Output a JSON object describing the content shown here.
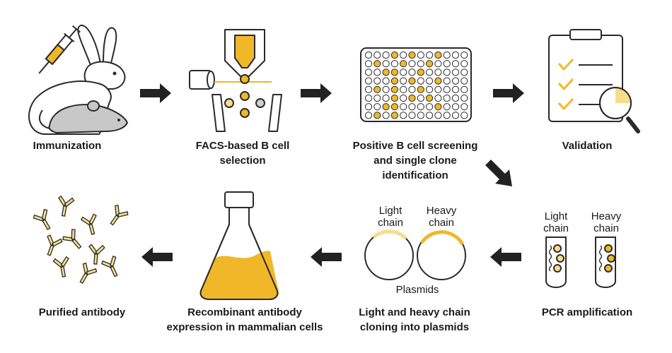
{
  "colors": {
    "gold": "#f0b828",
    "gold_light": "#f7dc8a",
    "outline": "#2a2a2a",
    "arrow": "#222222",
    "mouse_gray": "#c8c8c8"
  },
  "steps": {
    "immunization": "Immunization",
    "facs": "FACS-based B cell selection",
    "screening": "Positive B cell screening and single clone identification",
    "validation": "Validation",
    "pcr": "PCR amplification",
    "cloning": "Light and heavy chain cloning into plasmids",
    "expression": "Recombinant antibody expression in mammalian cells",
    "purified": "Purified antibody"
  },
  "pcr_tubes": {
    "light_label": "Light chain",
    "heavy_label": "Heavy chain"
  },
  "plasmids": {
    "light_label": "Light chain",
    "heavy_label": "Heavy chain",
    "caption": "Plasmids"
  },
  "icons": [
    "syringe-icon",
    "rabbit-icon",
    "mouse-icon",
    "clipboard-icon",
    "magnifier-icon",
    "flask-icon",
    "antibody-icon",
    "well-plate-icon",
    "arrow-icon"
  ]
}
